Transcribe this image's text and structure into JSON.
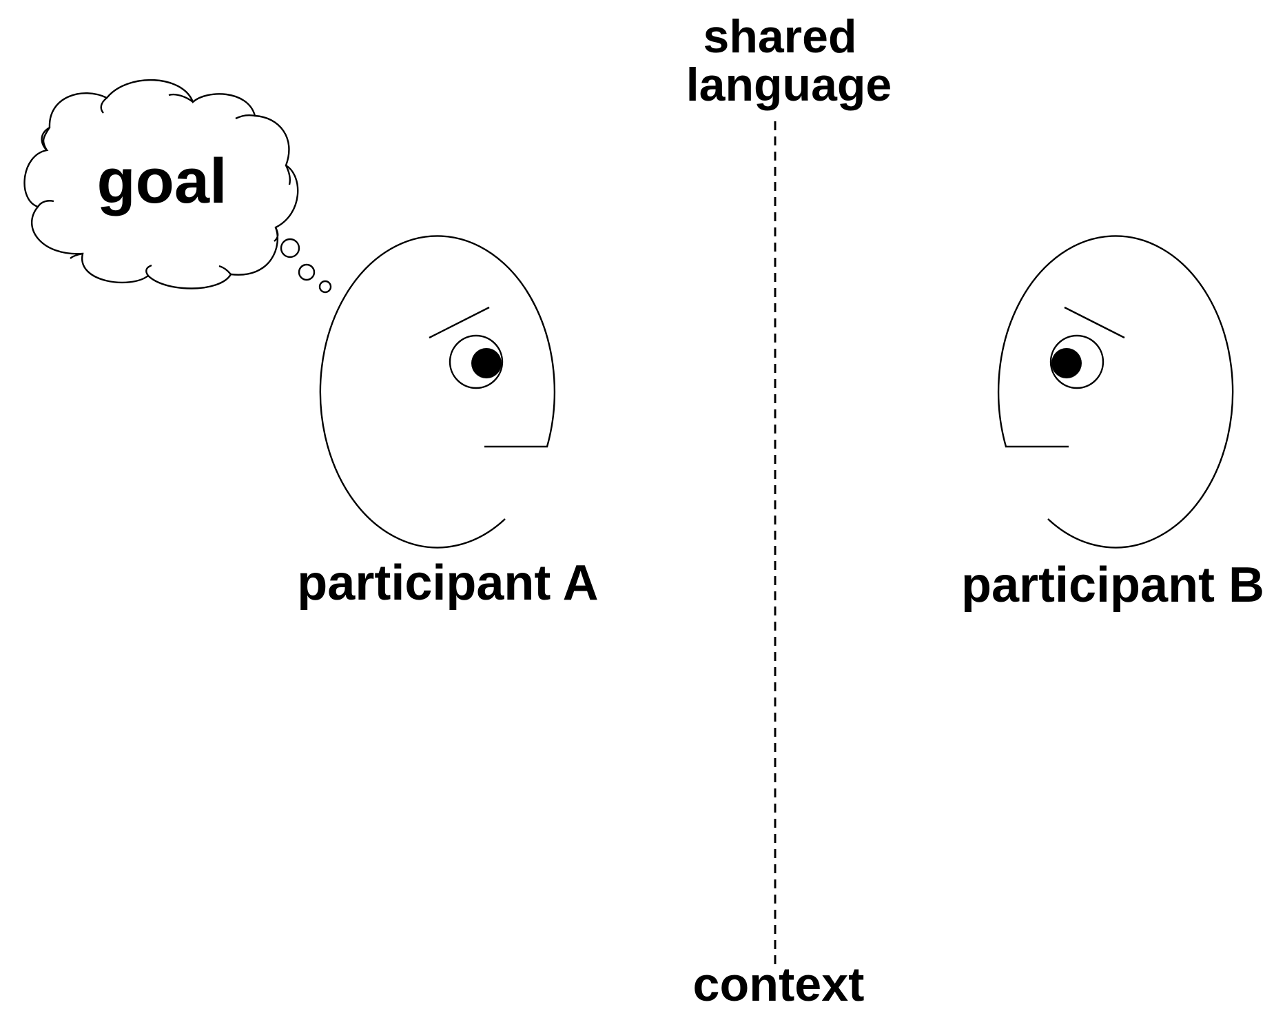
{
  "labels": {
    "shared_language_line1": "shared",
    "shared_language_line2": "language",
    "goal": "goal",
    "participant_a": "participant A",
    "participant_b": "participant B",
    "context": "context"
  },
  "icons": {
    "thought_bubble": "thought-cloud-icon",
    "participant_a_face": "face-looking-right-icon",
    "participant_b_face": "face-looking-left-icon"
  },
  "colors": {
    "ink": "#000000",
    "background": "#ffffff"
  }
}
